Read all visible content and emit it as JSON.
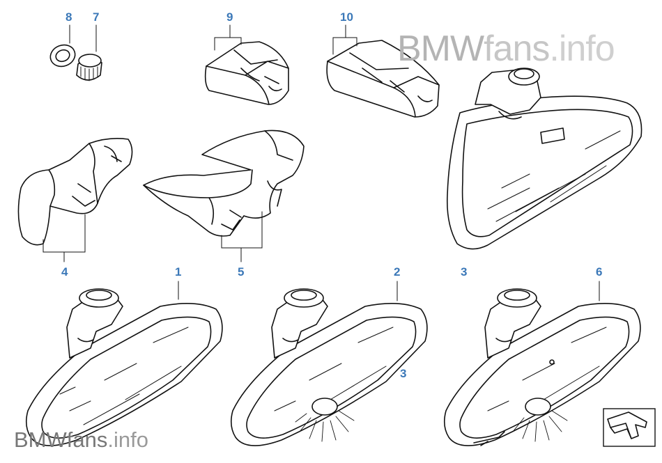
{
  "watermarks": {
    "top": {
      "bmw": "BMW",
      "fans": "fans",
      "info": ".info"
    },
    "bottom": {
      "bmw": "BMW",
      "fans": "fans",
      "info": ".info"
    }
  },
  "callouts": {
    "c8": "8",
    "c7": "7",
    "c9": "9",
    "c10": "10",
    "c4": "4",
    "c5": "5",
    "c1": "1",
    "c2": "2",
    "c3a": "3",
    "c3b": "3",
    "c6": "6"
  },
  "icons": {
    "nav_arrow": "bent-arrow-icon"
  }
}
